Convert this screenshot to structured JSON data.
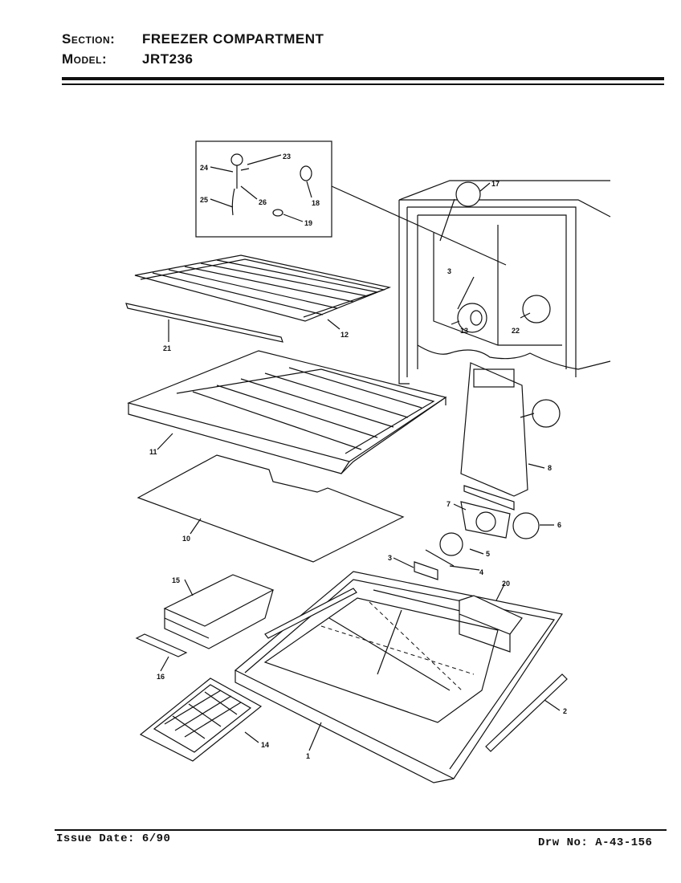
{
  "header": {
    "section_label": "Section:",
    "section_value": "FREEZER COMPARTMENT",
    "model_label": "Model:",
    "model_value": "JRT236"
  },
  "footer": {
    "issue_date": "Issue Date: 6/90",
    "drawing_no": "Drw No: A-43-156"
  },
  "callouts": {
    "c1": "1",
    "c2": "2",
    "c3": "3",
    "c3b": "3",
    "c4": "4",
    "c5": "5",
    "c6": "6",
    "c7": "7",
    "c8": "8",
    "c10": "10",
    "c11": "11",
    "c12": "12",
    "c13": "13",
    "c14": "14",
    "c15": "15",
    "c16": "16",
    "c17": "17",
    "c18": "18",
    "c19": "19",
    "c20": "20",
    "c21": "21",
    "c22": "22",
    "c23": "23",
    "c24": "24",
    "c25": "25",
    "c26": "26"
  }
}
